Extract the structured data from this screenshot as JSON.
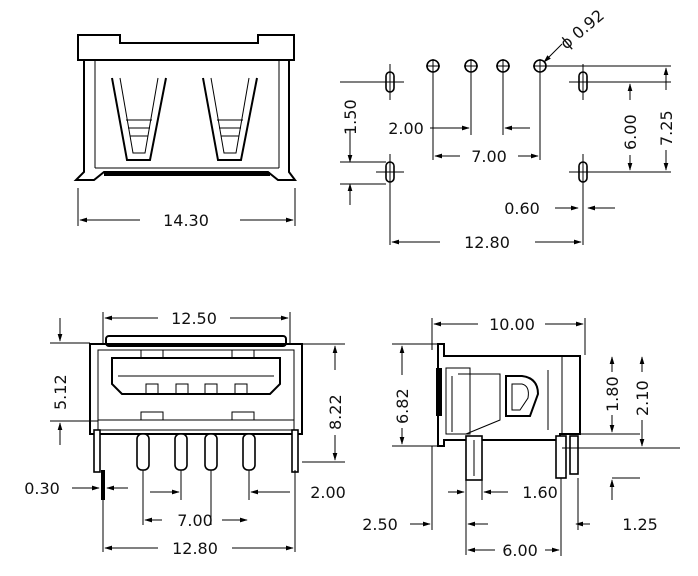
{
  "front_view": {
    "width_label": "14.30"
  },
  "footprint_view": {
    "hole_dia_label": "ϕ 0.92",
    "pin_pitch_label": "2.00",
    "pins_span_label": "7.00",
    "slot_offset_label": "1.50",
    "slot_spacing_label": "6.00",
    "overall_depth_label": "7.25",
    "slot_width_label": "0.60",
    "slot_span_label": "12.80"
  },
  "rear_view": {
    "shell_width_label": "12.50",
    "opening_height_label": "5.12",
    "body_height_label": "8.22",
    "tab_thickness_label": "0.30",
    "pitch_label": "2.00",
    "pins_span_label": "7.00",
    "tab_span_label": "12.80"
  },
  "side_view": {
    "body_length_label": "10.00",
    "body_height_label": "6.82",
    "step_a_label": "1.80",
    "step_b_label": "2.10",
    "pin_offset_label": "1.60",
    "front_offset_label": "2.50",
    "tab_pitch_label": "1.25",
    "pin_span_label": "6.00"
  }
}
